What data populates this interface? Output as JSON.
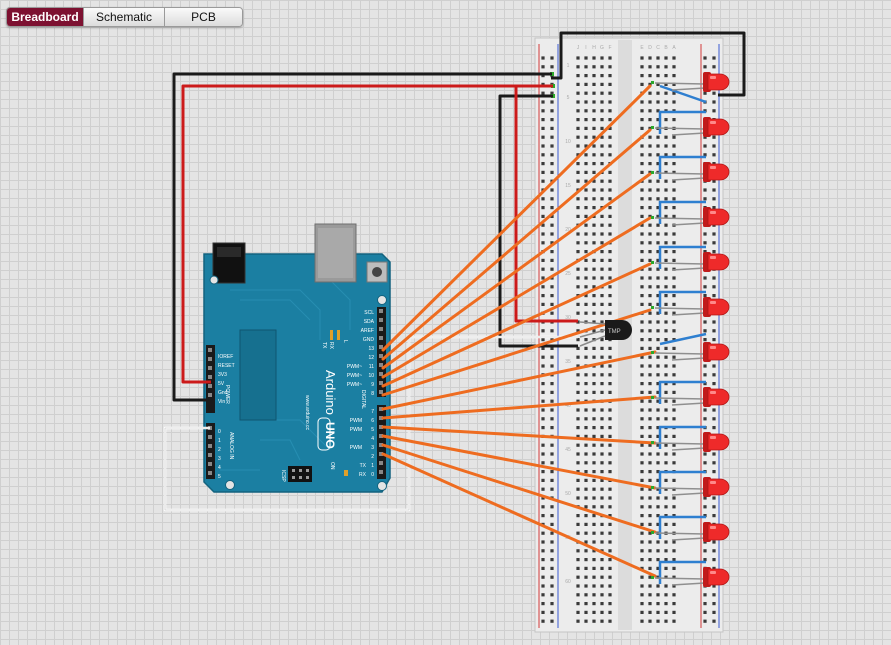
{
  "tabs": [
    {
      "label": "Breadboard",
      "active": true
    },
    {
      "label": "Schematic",
      "active": false
    },
    {
      "label": "PCB",
      "active": false
    }
  ],
  "arduino": {
    "brand": "Arduino",
    "model": "UNO",
    "site": "www.arduino.cc",
    "power_label": "POWER",
    "analog_label": "ANALOG IN",
    "digital_label": "DIGITAL",
    "on_label": "ON",
    "icsp_label": "ICSP",
    "left_pins": [
      "IOREF",
      "RESET",
      "3V3",
      "5V",
      "Gnd",
      "Vin"
    ],
    "analog_pins": [
      "0",
      "1",
      "2",
      "3",
      "4",
      "5"
    ],
    "top_pins": [
      "SCL",
      "SDA",
      "AREF",
      "GND",
      "13",
      "12",
      "11",
      "10",
      "9",
      "8"
    ],
    "pwm_top": [
      "PWM~",
      "PWM~",
      "PWM~"
    ],
    "bottom_pins": [
      "7",
      "6",
      "5",
      "4",
      "3",
      "2",
      "1",
      "0"
    ],
    "pwm_bottom": [
      "PWM",
      "PWM",
      "PWM"
    ],
    "tx_rx": [
      "TX",
      "RX"
    ],
    "led_labels": [
      "L",
      "TX",
      "RX"
    ]
  },
  "breadboard": {
    "column_letters_left": [
      "J",
      "I",
      "H",
      "G",
      "F"
    ],
    "column_letters_right": [
      "E",
      "D",
      "C",
      "B",
      "A"
    ],
    "row_numbers": [
      "1",
      "5",
      "10",
      "15",
      "20",
      "25",
      "30",
      "35",
      "40",
      "45",
      "50",
      "55",
      "60"
    ]
  },
  "sensor": {
    "label": "TMP"
  },
  "led_count": 12,
  "colors": {
    "board_blue": "#1b7fa2",
    "board_dark": "#13627e",
    "wire_red": "#cc1a1a",
    "wire_black": "#1a1a1a",
    "wire_orange": "#ee6c20",
    "wire_blue": "#2e7fd0",
    "led_red": "#ee2a2a",
    "tab_active": "#7d1131"
  }
}
